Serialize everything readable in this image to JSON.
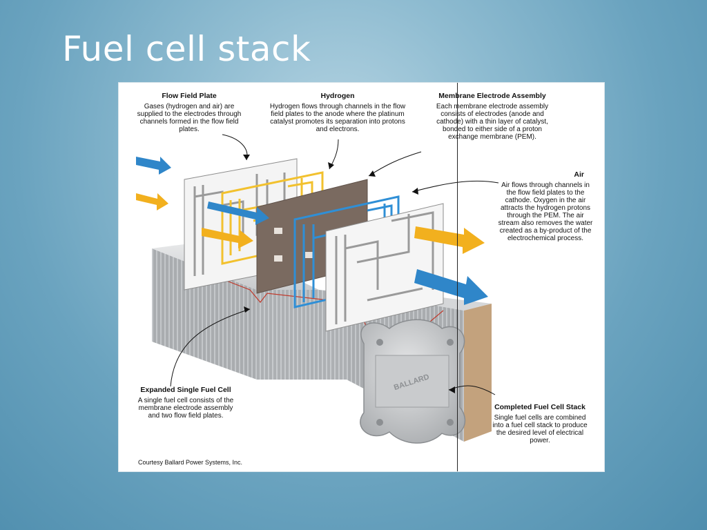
{
  "slide": {
    "title": "Fuel cell stack"
  },
  "diagram": {
    "labels": {
      "flow_field_plate": {
        "heading": "Flow Field Plate",
        "body": "Gases (hydrogen and air) are supplied to the electrodes through channels formed in the flow field plates."
      },
      "hydrogen": {
        "heading": "Hydrogen",
        "body": "Hydrogen flows through channels in the flow field plates to the anode where the platinum catalyst promotes its separation into protons and electrons."
      },
      "mea": {
        "heading": "Membrane Electrode Assembly",
        "body": "Each membrane electrode assembly consists of electrodes (anode and cathode) with a thin layer of catalyst, bonded to either side of a proton exchange membrane (PEM)."
      },
      "air": {
        "heading": "Air",
        "body": "Air flows through channels in the flow field plates to the cathode. Oxygen in the air attracts the hydrogen protons through the PEM. The air stream also removes the water created as a by-product of the electrochemical process."
      },
      "single_cell": {
        "heading": "Expanded Single Fuel Cell",
        "body": "A single fuel cell consists of the membrane electrode assembly and two flow field plates."
      },
      "stack": {
        "heading": "Completed Fuel Cell Stack",
        "body": "Single fuel cells are combined into a fuel cell stack to produce the desired level of electrical power."
      }
    },
    "endplate_logo": "BALLARD",
    "credit": "Courtesy Ballard Power Systems, Inc.",
    "colors": {
      "hydrogen_arrow": "#2f86c9",
      "air_arrow": "#f2b01e",
      "anode_plate": "#f2c12e",
      "cathode_plate": "#2f8fd6",
      "membrane": "#7a6a60",
      "stack_body": "#b9bcbf"
    }
  }
}
